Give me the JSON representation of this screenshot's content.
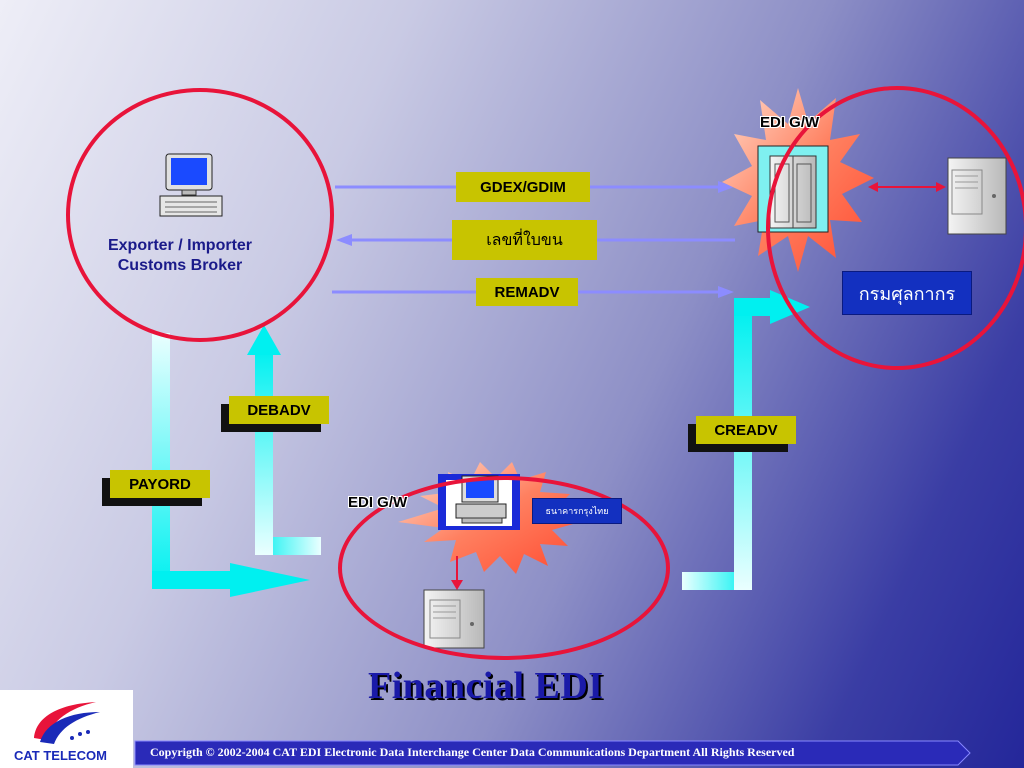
{
  "title": "Financial EDI",
  "parties": {
    "trader": {
      "line1": "Exporter / Importer",
      "line2": "Customs Broker"
    },
    "customs_gateway": {
      "edi_label": "EDI G/W",
      "name": "กรมศุลกากร"
    },
    "bank_gateway": {
      "edi_label": "EDI G/W",
      "bank_name": "ธนาคารกรุงไทย"
    }
  },
  "messages": {
    "gdex": "GDEX/GDIM",
    "lek": "เลขที่ใบขน",
    "remadv": "REMADV",
    "debadv": "DEBADV",
    "payord": "PAYORD",
    "creadv": "CREADV"
  },
  "footer": {
    "copyright": "Copyrigth © 2002-2004  CAT EDI   Electronic Data Interchange Center    Data Communications Department All Rights Reserved"
  },
  "logo": {
    "text": "CAT TELECOM"
  },
  "colors": {
    "ring": "#e8143a",
    "label_bg": "#c8c400",
    "cyan_arrow": "#00f0f0",
    "flow_line": "#8c8cff",
    "thai_box": "#1330c0",
    "title": "#1a1aa8"
  },
  "icons": [
    "computer-icon",
    "server-icon",
    "building-gateway-icon",
    "desktop-icon",
    "starburst-icon"
  ]
}
